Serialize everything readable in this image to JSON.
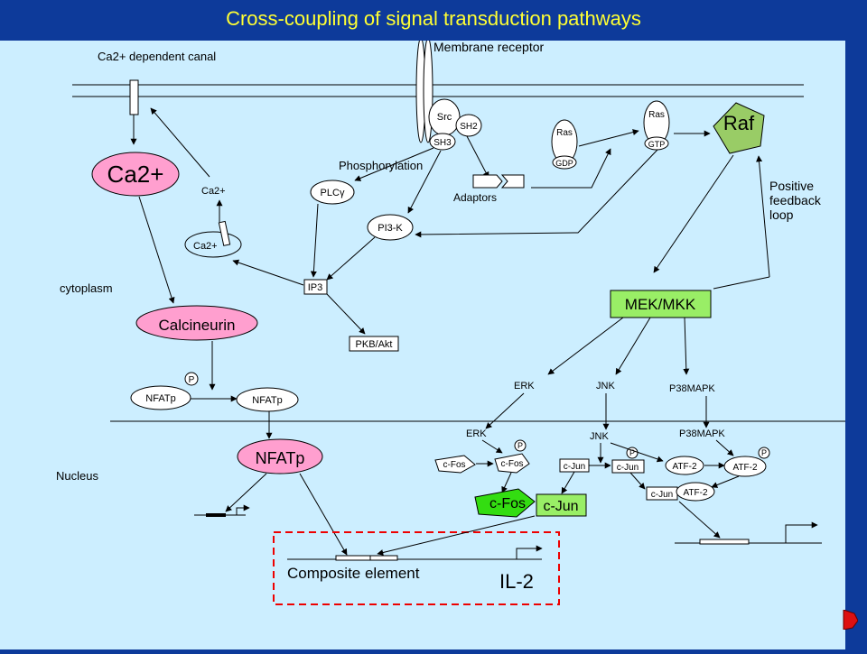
{
  "slide": {
    "title": "Cross-coupling of signal transduction pathways"
  },
  "labels": {
    "ca_canal": "Ca2+ dependent canal",
    "membrane_receptor": "Membrane receptor",
    "ca2_main": "Ca2+",
    "ca2_small": "Ca2+",
    "ca2_store": "Ca2+",
    "cytoplasm": "cytoplasm",
    "calcineurin": "Calcineurin",
    "nfatp_phos": "NFATp",
    "nfatp_dephos": "NFATp",
    "p_marker": "P",
    "nucleus": "Nucleus",
    "nfatp_nuclear": "NFATp",
    "composite_element": "Composite element",
    "il2": "IL-2",
    "src": "Src",
    "sh2": "SH2",
    "sh3": "SH3",
    "phosphorylation": "Phosphorylation",
    "plc": "PLCγ",
    "pi3k": "PI3-K",
    "ip3": "IP3",
    "pkb_akt": "PKB/Akt",
    "adaptors": "Adaptors",
    "ras_gdp": "Ras",
    "gdp": "GDP",
    "ras_gtp": "Ras",
    "gtp": "GTP",
    "raf": "Raf",
    "positive_feedback": [
      "Positive",
      "feedback",
      "loop"
    ],
    "mek_mkk": "MEK/MKK",
    "erk_cyto": "ERK",
    "jnk_cyto": "JNK",
    "p38_cyto": "P38MAPK",
    "erk_nuc": "ERK",
    "jnk_nuc": "JNK",
    "p38_nuc": "P38MAPK",
    "cfos_a": "c-Fos",
    "cfos_b": "c-Fos",
    "cjun_a": "c-Jun",
    "cjun_b": "c-Jun",
    "atf2_a": "ATF-2",
    "atf2_b": "ATF-2",
    "cjun_c": "c-Jun",
    "atf2_c": "ATF-2",
    "cfos_ap1": "c-Fos",
    "cjun_ap1": "c-Jun"
  },
  "colors": {
    "background": "#0d3a9a",
    "title": "#ffff33",
    "canvas": "#cceeff",
    "pink": "#ff9fcf",
    "green_bright": "#66ff00",
    "green_light": "#99ee66",
    "raf_green": "#99cc66",
    "dashed_red": "#ee0000"
  }
}
